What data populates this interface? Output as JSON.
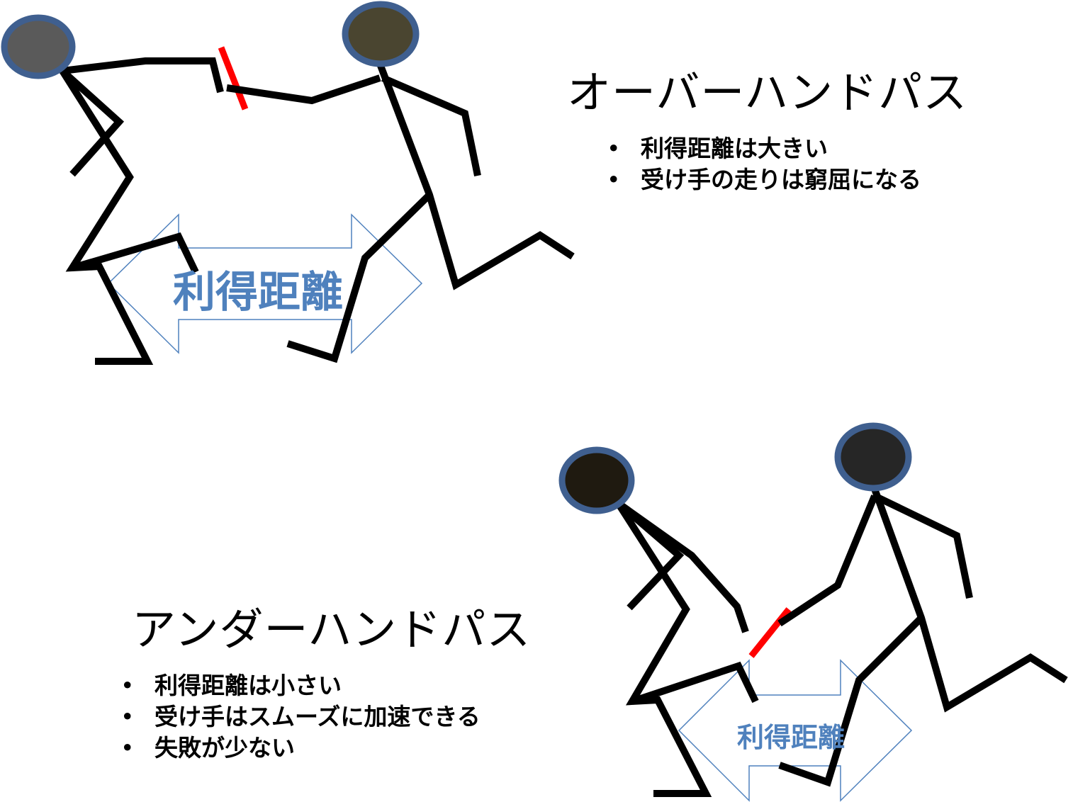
{
  "overhand": {
    "title": "オーバーハンドパス",
    "points": [
      "利得距離は大きい",
      "受け手の走りは窮屈になる"
    ],
    "arrow_label": "利得距離"
  },
  "underhand": {
    "title": "アンダーハンドパス",
    "points": [
      "利得距離は小さい",
      "受け手はスムーズに加速できる",
      "失敗が少ない"
    ],
    "arrow_label": "利得距離"
  },
  "colors": {
    "limb": "#000000",
    "head_outline": "#3f5f8f",
    "baton": "#ff0000",
    "arrow_outline": "#4f81bd",
    "arrow_text": "#4f81bd"
  }
}
